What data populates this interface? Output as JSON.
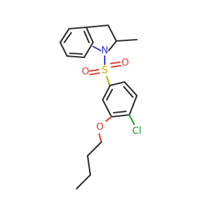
{
  "atoms": {
    "n": {
      "text": "N",
      "color": "#3a3ad6"
    },
    "s": {
      "text": "S",
      "color": "#c8a800"
    },
    "o_left": {
      "text": "O",
      "color": "#e03a2e"
    },
    "o_right": {
      "text": "O",
      "color": "#e03a2e"
    },
    "o_ether": {
      "text": "O",
      "color": "#e03a2e"
    },
    "cl": {
      "text": "Cl",
      "color": "#1ea01e"
    }
  },
  "colors": {
    "bond": "#2b2b2b",
    "background": "#ffffff"
  }
}
